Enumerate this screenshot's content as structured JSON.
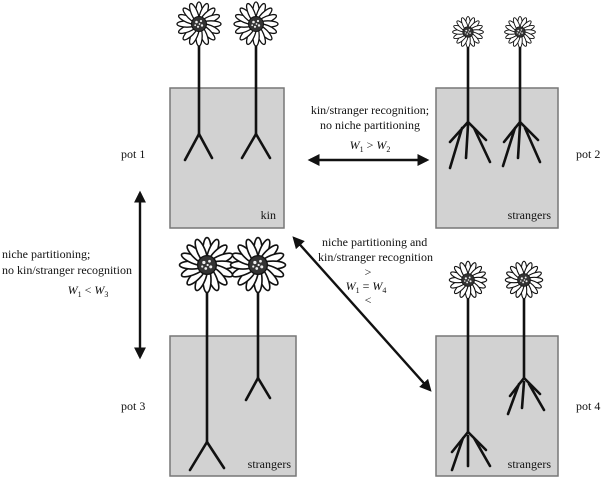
{
  "pots": [
    {
      "id": "pot-1",
      "label": "pot 1",
      "tag": "kin"
    },
    {
      "id": "pot-2",
      "label": "pot 2",
      "tag": "strangers"
    },
    {
      "id": "pot-3",
      "label": "pot 3",
      "tag": "strangers"
    },
    {
      "id": "pot-4",
      "label": "pot 4",
      "tag": "strangers"
    }
  ],
  "annotations": {
    "top": {
      "line1": "kin/stranger recognition;",
      "line2": "no niche partitioning",
      "w_left": "W",
      "w_left_sub": "1",
      "relation": " > ",
      "w_right": "W",
      "w_right_sub": "2"
    },
    "left": {
      "line1": "niche partitioning;",
      "line2": "no kin/stranger recognition",
      "w_left": "W",
      "w_left_sub": "1",
      "relation": " < ",
      "w_right": "W",
      "w_right_sub": "3"
    },
    "diagonal": {
      "line1": "niche partitioning and",
      "line2": "kin/stranger recognition",
      "gt": ">",
      "w_left": "W",
      "w_left_sub": "1",
      "relation": " = ",
      "w_right": "W",
      "w_right_sub": "4",
      "lt": "<"
    }
  },
  "colors": {
    "pot_fill": "#d2d2d2",
    "pot_stroke": "#777777",
    "ink": "#111111"
  },
  "icons": [
    "flower-icon",
    "double-arrow-icon"
  ]
}
